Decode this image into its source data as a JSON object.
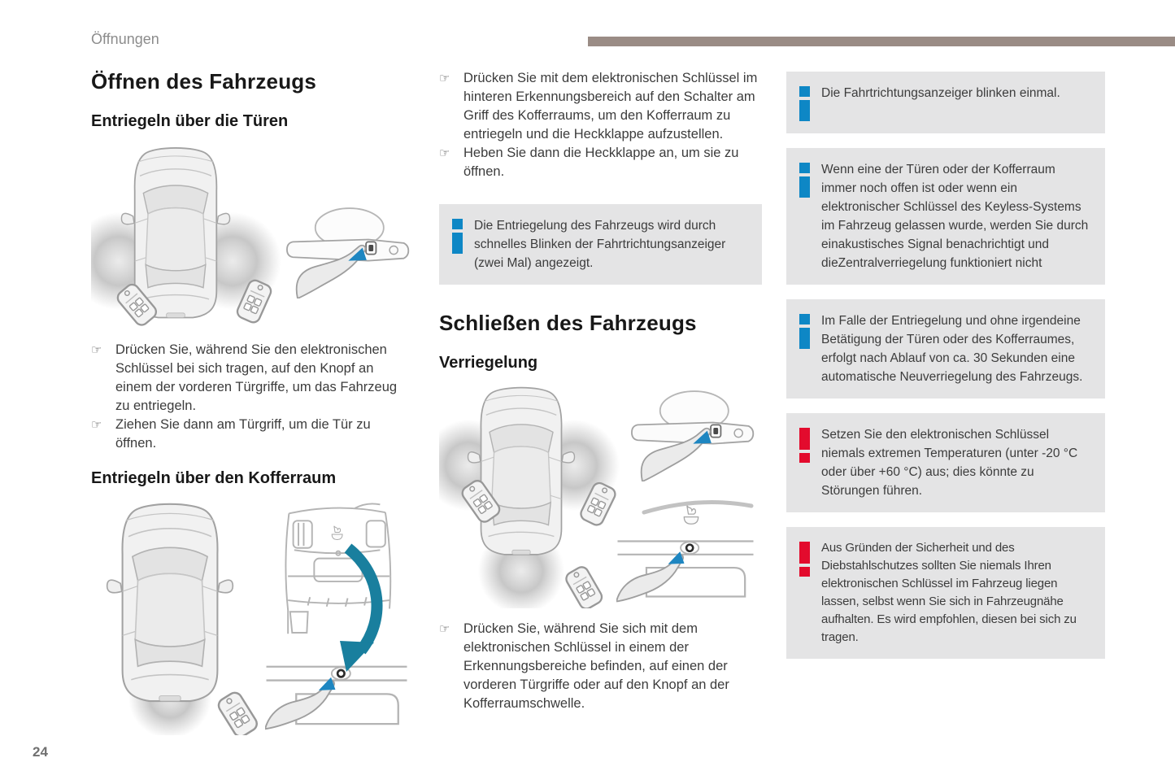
{
  "page": {
    "running_title": "Öffnungen",
    "page_number": "24"
  },
  "colors": {
    "accent_bar": "#9a8c85",
    "note_background": "#e4e4e5",
    "info_icon": "#0e87c5",
    "warning_icon": "#e30b2d",
    "arrow_small": "#1e86c1",
    "arrow_large": "#197f9e"
  },
  "icons": {
    "step_bullet": "pointing-hand-icon",
    "info": "info-icon",
    "warning": "warning-icon"
  },
  "open_vehicle": {
    "title": "Öffnen des Fahrzeugs",
    "unlock_doors": {
      "subtitle": "Entriegeln über die Türen",
      "steps": [
        "Drücken Sie, während Sie den elektronischen Schlüssel bei sich tragen, auf den Knopf an einem der vorderen Türgriffe, um das Fahrzeug zu entriegeln.",
        "Ziehen Sie dann am Türgriff, um die Tür zu öffnen."
      ]
    },
    "unlock_trunk": {
      "subtitle": "Entriegeln über den Kofferraum",
      "steps": [
        "Drücken Sie mit dem elektronischen Schlüssel im hinteren Erkennungsbereich auf den Schalter am Griff des Kofferraums, um den Kofferraum zu entriegeln und die Heckklappe aufzustellen.",
        "Heben Sie dann die Heckklappe an, um sie zu öffnen."
      ]
    },
    "note": "Die Entriegelung des Fahrzeugs wird durch schnelles Blinken der Fahrtrichtungsanzeiger (zwei Mal) angezeigt."
  },
  "close_vehicle": {
    "title": "Schließen des Fahrzeugs",
    "locking": {
      "subtitle": "Verriegelung",
      "steps": [
        "Drücken Sie, während Sie sich mit dem elektronischen Schlüssel in einem der Erkennungsbereiche befinden, auf einen der vorderen Türgriffe oder auf den Knopf an der Kofferraumschwelle."
      ]
    }
  },
  "side_notes": [
    {
      "type": "info",
      "text": "Die Fahrtrichtungsanzeiger blinken einmal."
    },
    {
      "type": "info",
      "text": "Wenn eine der Türen oder der Kofferraum immer noch offen ist oder wenn ein elektronischer Schlüssel des Keyless-Systems im Fahrzeug gelassen wurde, werden Sie durch einakustisches Signal benachrichtigt und dieZentralverriegelung funktioniert nicht"
    },
    {
      "type": "info",
      "text": "Im Falle der Entriegelung und ohne irgendeine Betätigung der Türen oder des Kofferraumes, erfolgt nach Ablauf von ca. 30 Sekunden eine automatische Neuverriegelung des Fahrzeugs."
    },
    {
      "type": "warning",
      "text": "Setzen Sie den elektronischen Schlüssel niemals extremen Temperaturen (unter -20 °C oder über +60 °C) aus; dies könnte zu Störungen führen."
    },
    {
      "type": "warning",
      "text": "Aus Gründen der Sicherheit und des Diebstahlschutzes sollten Sie niemals Ihren elektronischen Schlüssel im Fahrzeug liegen lassen, selbst wenn Sie sich in Fahrzeugnähe aufhalten. Es wird empfohlen, diesen bei sich zu tragen."
    }
  ],
  "illustrations": {
    "unlock_doors": "car-top-view-with-front-door-detection-zones-keys-and-door-handle-button",
    "unlock_trunk": "car-top-view-with-rear-detection-zone-and-rear-view-tailgate-button",
    "locking": "car-top-view-with-all-detection-zones-keys-door-handle-and-sill-button"
  }
}
